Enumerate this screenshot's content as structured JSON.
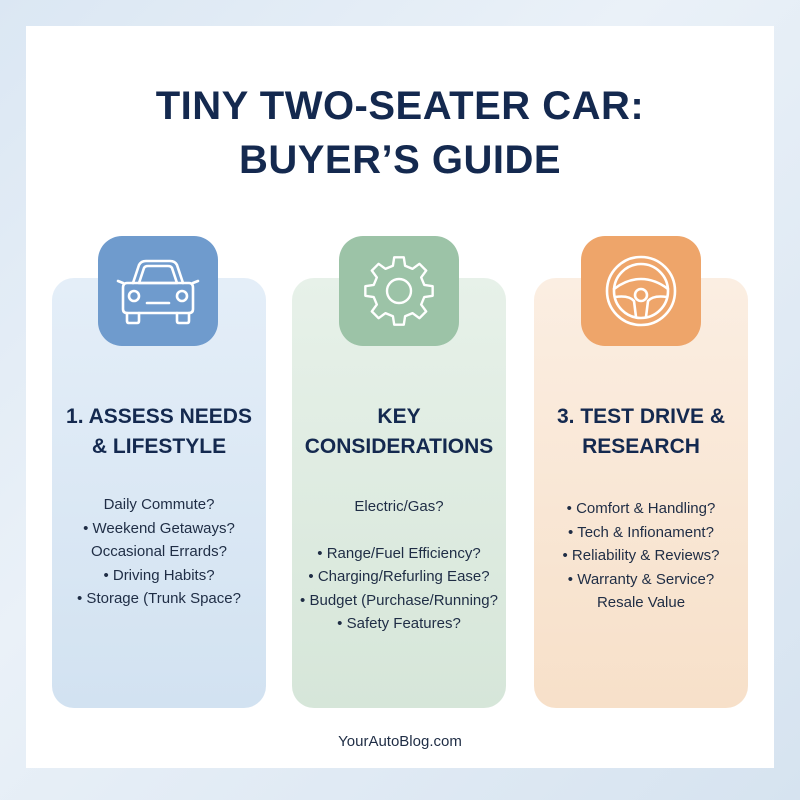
{
  "title": {
    "line1": "TINY TWO-SEATER CAR:",
    "line2": "BUYER’S GUIDE"
  },
  "cards": [
    {
      "icon": "car-icon",
      "color": "#6f9bcd",
      "title_lines": [
        "1. ASSESS NEEDS",
        "& LIFESTYLE"
      ],
      "items": [
        "Daily Commute?",
        "• Weekend Getaways?",
        "Occasional Errards?",
        "• Driving Habits?",
        "• Storage (Trunk Space?"
      ]
    },
    {
      "icon": "gear-icon",
      "color": "#9cc3a7",
      "title_lines": [
        "KEY",
        "CONSIDERATIONS"
      ],
      "items": [
        "Electric/Gas?",
        "• Range/Fuel Efficiency?",
        "• Charging/Refurling Ease?",
        "• Budget (Purchase/Running?",
        "• Safety Features?"
      ]
    },
    {
      "icon": "steering-wheel-icon",
      "color": "#eea56a",
      "title_lines": [
        "3. TEST DRIVE &",
        "RESEARCH"
      ],
      "items": [
        "• Comfort & Handling?",
        "• Tech & Infionament?",
        "• Reliability & Reviews?",
        "• Warranty & Service?",
        "Resale Value"
      ]
    }
  ],
  "footer": "YourAutoBlog.com"
}
